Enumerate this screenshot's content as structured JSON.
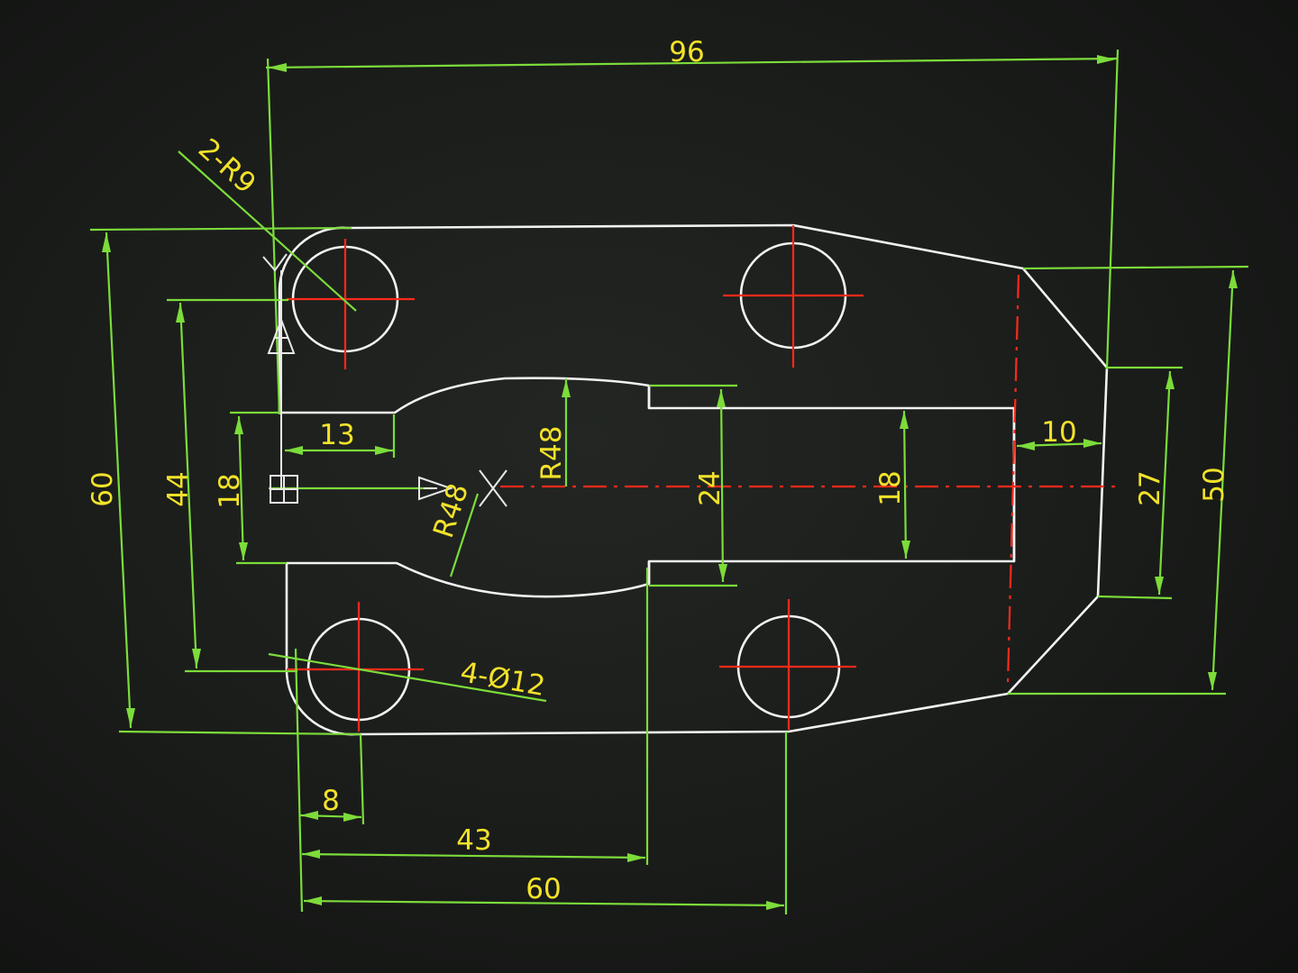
{
  "drawing": {
    "dimensions": {
      "overall_width": "96",
      "overall_height": "60",
      "hole_spacing_vertical": "44",
      "slot_width_left": "18",
      "slot_start": "13",
      "slot_arc_radius_top": "R48",
      "slot_arc_radius_bottom": "R48",
      "slot_width_mid": "24",
      "slot_width_right": "18",
      "end_offset": "10",
      "end_flat_height": "27",
      "taper_height": "50",
      "corner_radius": "2-R9",
      "holes": "4-Ø12",
      "hole_inset": "8",
      "step_position": "43",
      "hole_spacing_horizontal": "60"
    },
    "colors": {
      "outline": "#f2f2f2",
      "dimension": "#7cdc3a",
      "center_line": "#ff2a1a",
      "dim_text": "#f2e22a"
    }
  }
}
